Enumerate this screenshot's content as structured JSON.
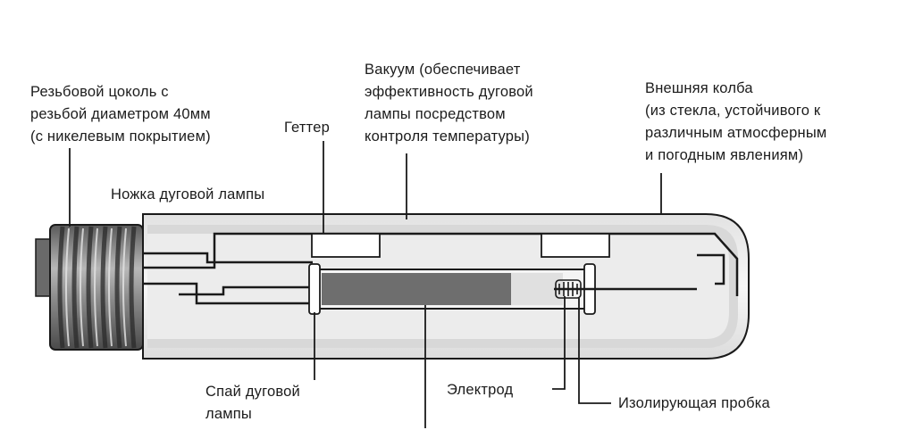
{
  "labels": {
    "base": "Резьбовой цоколь с\nрезьбой диаметром 40мм\n(с никелевым покрытием)",
    "getter": "Геттер",
    "vacuum": "Вакуум (обеспечивает\nэффективность дуговой\nлампы посредством\nконтроля температуры)",
    "outer_bulb": "Внешняя колба\n(из стекла, устойчивого к\nразличным атмосферным\nи погодным явлениям)",
    "arc_tube_stem": "Ножка дуговой лампы",
    "arc_tube_seal": "Спай дуговой\nлампы",
    "electrode": "Электрод",
    "insulating_plug": "Изолирующая пробка"
  },
  "colors": {
    "outline": "#1a1a1a",
    "bulb_fill": "#f2f2f2",
    "inner_fill": "#c9c9c9",
    "arc_fill": "#6e6e6e",
    "base_fill": "#8c8c8c"
  }
}
